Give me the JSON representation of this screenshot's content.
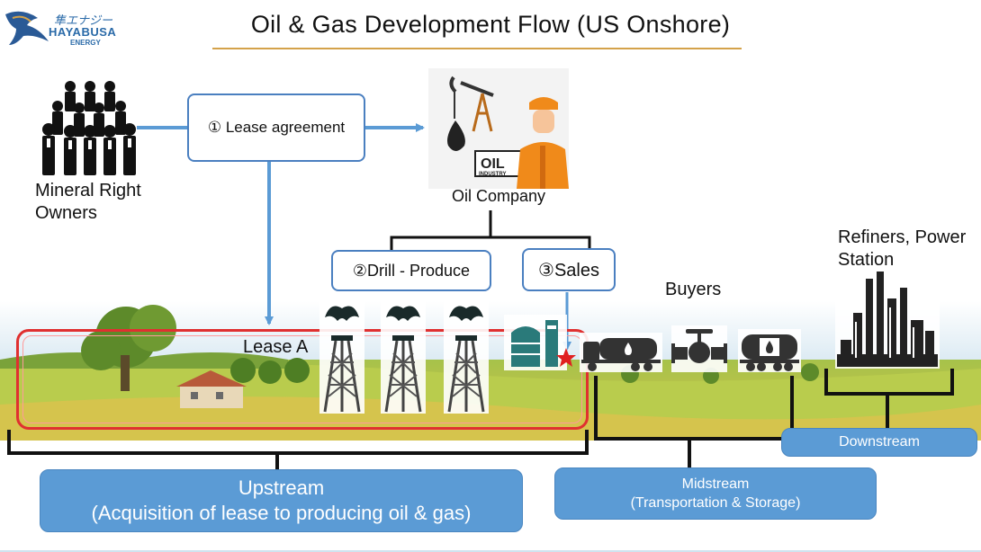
{
  "title": "Oil & Gas Development Flow (US Onshore)",
  "logo": {
    "jp": "隼エナジー",
    "name": "HAYABUSA",
    "sub": "ENERGY"
  },
  "actors": {
    "owners": "Mineral Right Owners",
    "oil_company": "Oil Company",
    "buyers": "Buyers",
    "refiners": "Refiners, Power Station",
    "lease": "Lease A"
  },
  "steps": {
    "lease_agreement": "① Lease agreement",
    "drill_produce": "②Drill - Produce",
    "sales": "③Sales"
  },
  "sign_text": {
    "oil": "OIL",
    "industry": "INDUSTRY"
  },
  "stages": {
    "upstream_title": "Upstream",
    "upstream_desc": "(Acquisition of lease to producing oil & gas)",
    "midstream_title": "Midstream",
    "midstream_desc": "(Transportation & Storage)",
    "downstream": "Downstream"
  },
  "colors": {
    "accent_blue": "#5b9bd5",
    "arrow_blue": "#5b9bd5",
    "lease_red": "#e03030",
    "title_underline": "#d4a24a"
  }
}
